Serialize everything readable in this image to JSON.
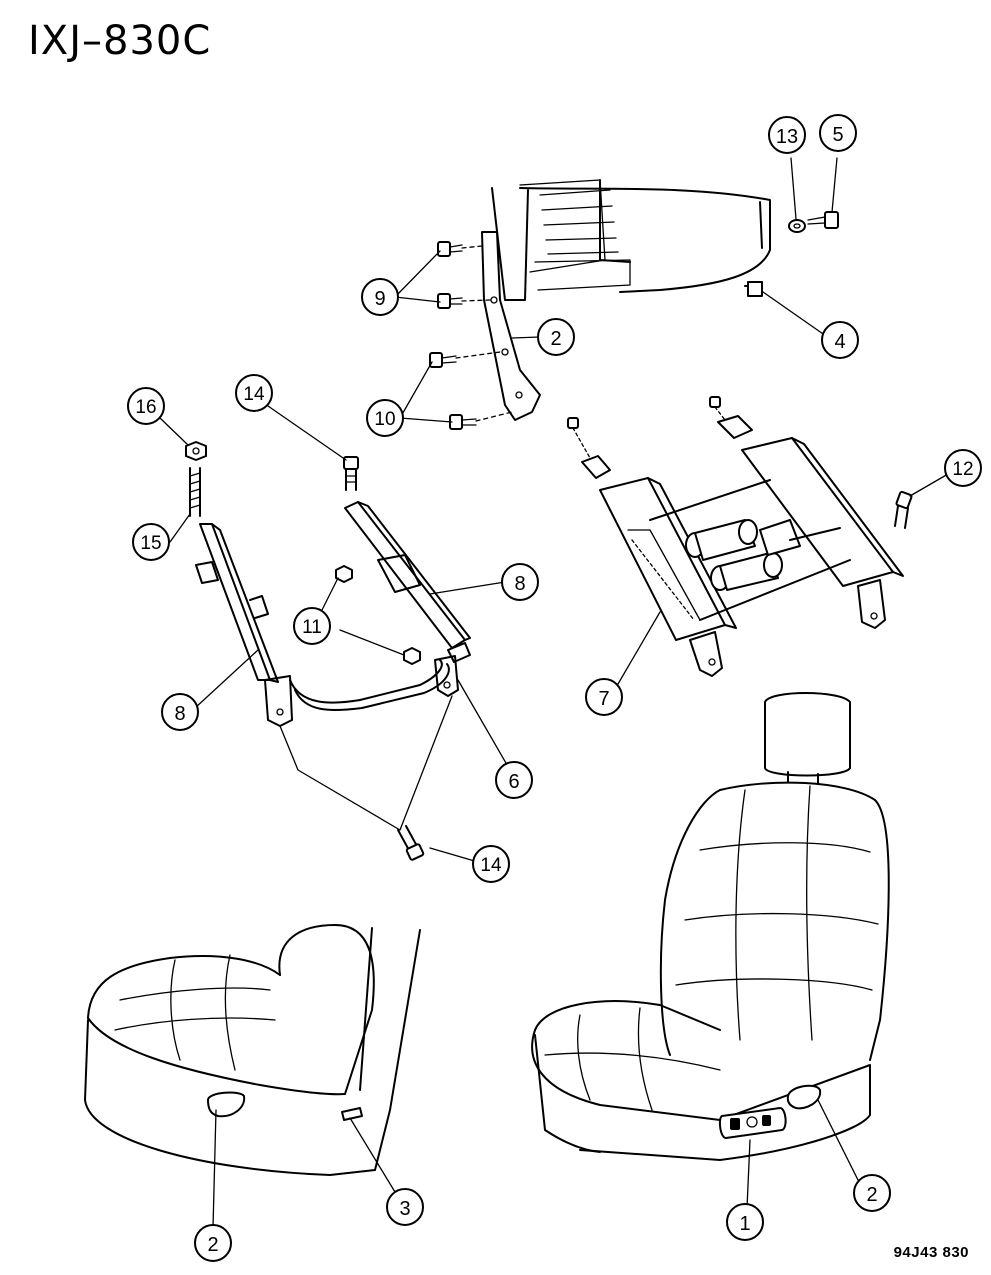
{
  "title": "IXJ–830C",
  "figure_code": "94J43 830",
  "callouts": {
    "c1": "1",
    "c2a": "2",
    "c2b": "2",
    "c2c": "2",
    "c3": "3",
    "c4": "4",
    "c5": "5",
    "c6": "6",
    "c7": "7",
    "c8a": "8",
    "c8b": "8",
    "c9": "9",
    "c10": "10",
    "c11": "11",
    "c12": "12",
    "c13": "13",
    "c14a": "14",
    "c14b": "14",
    "c15": "15",
    "c16": "16"
  }
}
